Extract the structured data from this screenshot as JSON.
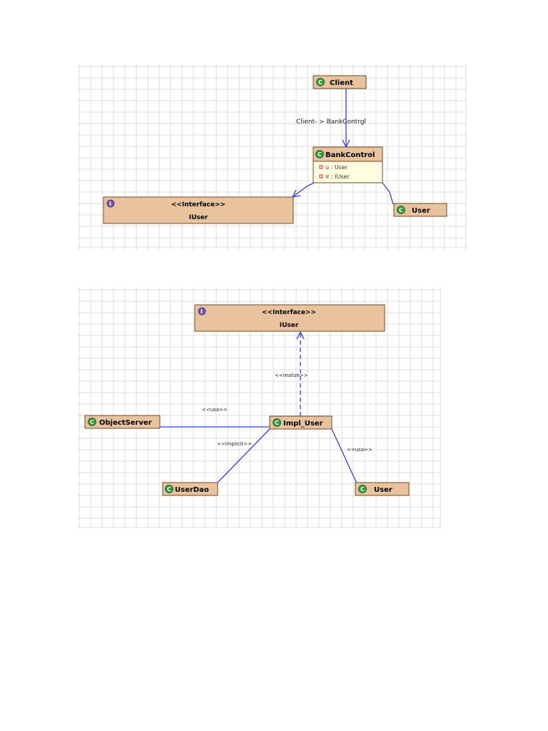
{
  "diagram1": {
    "classes": {
      "client": {
        "name": "Client"
      },
      "bankcontrol": {
        "name": "BankControl",
        "attributes": [
          "u : User",
          "ir : IUser"
        ]
      },
      "iuser": {
        "stereotype": "<<Interface>>",
        "name": "IUser"
      },
      "user": {
        "name": "User"
      }
    },
    "edges": {
      "client_to_bankcontrol": "Client- > BankContrgl"
    }
  },
  "diagram2": {
    "classes": {
      "iuser": {
        "stereotype": "<<Interface>>",
        "name": "IUser"
      },
      "objectserver": {
        "name": "ObjectServer"
      },
      "impl_user": {
        "name": "Impl_User"
      },
      "userdao": {
        "name": "UserDao"
      },
      "user": {
        "name": "User"
      }
    },
    "edges": {
      "realize": "<<realize>>",
      "usa_objectserver": "<<usa>>",
      "implicit": "<<implicit>>",
      "usa_user": "<<usa>>"
    }
  },
  "colors": {
    "class_fill": "#e8c39e",
    "attribute_fill": "#ffffe0",
    "connector": "#2f3de8",
    "class_icon": "#2e9a3a",
    "interface_icon": "#6e55b8",
    "grid": "#dcdcdc"
  },
  "icons": {
    "class": "class-c-icon",
    "interface": "interface-i-icon",
    "attribute": "private-field-icon"
  }
}
